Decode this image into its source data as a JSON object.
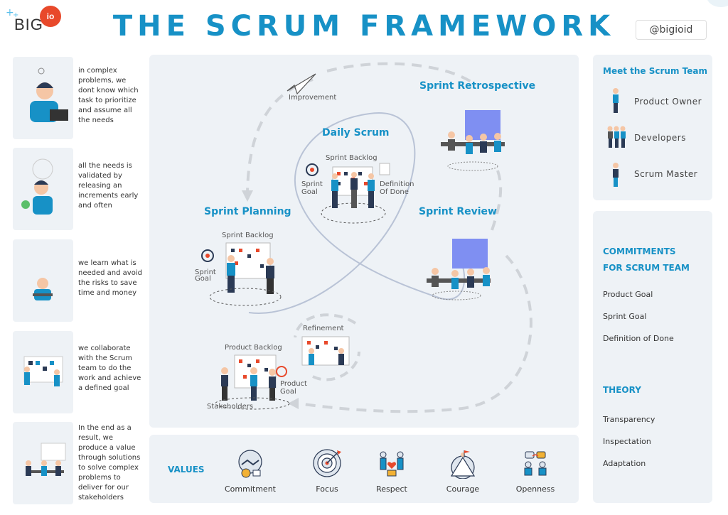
{
  "header": {
    "logo_text": "BIG",
    "logo_badge": "io",
    "title": "THE SCRUM FRAMEWORK",
    "handle": "@bigioid"
  },
  "left_cards": [
    {
      "text": "in complex problems, we dont know which task to prioritize and assume all the needs"
    },
    {
      "text": "all the needs is validated by releasing an increments early and often"
    },
    {
      "text": "we learn what is needed and avoid the risks to save time and money"
    },
    {
      "text": "we collaborate with the Scrum team to do the work and achieve a defined goal"
    },
    {
      "text": "In the end as a result, we produce a value through solutions to solve complex problems to deliver for our stakeholders"
    }
  ],
  "diagram": {
    "improvement": "Improvement",
    "daily_scrum": "Daily Scrum",
    "sprint_retrospective": "Sprint Retrospective",
    "sprint_planning": "Sprint Planning",
    "sprint_review": "Sprint Review",
    "daily_sprint_backlog": "Sprint Backlog",
    "daily_sprint_goal": "Sprint Goal",
    "daily_definition_of_done": "Definition Of Done",
    "planning_sprint_backlog": "Sprint Backlog",
    "planning_sprint_goal": "Sprint Goal",
    "refinement": "Refinement",
    "product_backlog": "Product Backlog",
    "product_goal": "Product Goal",
    "stakeholders": "Stakeholders"
  },
  "team": {
    "heading": "Meet the Scrum Team",
    "members": [
      "Product Owner",
      "Developers",
      "Scrum Master"
    ]
  },
  "commitments": {
    "heading": "COMMITMENTS FOR SCRUM TEAM",
    "items": [
      "Product Goal",
      "Sprint Goal",
      "Definition of Done"
    ]
  },
  "theory": {
    "heading": "THEORY",
    "items": [
      "Transparency",
      "Inspectation",
      "Adaptation"
    ]
  },
  "values": {
    "heading": "VALUES",
    "items": [
      {
        "label": "Commitment",
        "icon": "commitment-icon"
      },
      {
        "label": "Focus",
        "icon": "target-icon"
      },
      {
        "label": "Respect",
        "icon": "respect-icon"
      },
      {
        "label": "Courage",
        "icon": "courage-icon"
      },
      {
        "label": "Openness",
        "icon": "openness-icon"
      }
    ]
  },
  "colors": {
    "accent": "#1791c6",
    "panel": "#eef2f6",
    "dash": "#cfd3d8",
    "loop": "#b9c3d6"
  }
}
